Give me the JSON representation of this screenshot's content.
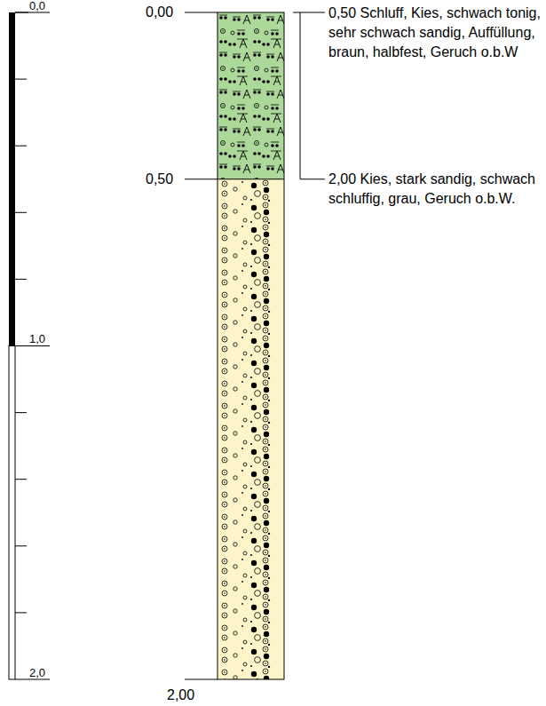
{
  "diagram": {
    "labels": [
      "0,0",
      "1,0",
      "2,0",
      "0,00",
      "0,50",
      "2,00",
      "0,50 Schluff, Kies, schwach tonig, sehr schwach sandig, Auffüllung, braun, halbfest, Geruch o.b.W",
      "2,00 Kies, stark sandig, schwach schluffig, grau, Geruch o.b.W."
    ]
  }
}
